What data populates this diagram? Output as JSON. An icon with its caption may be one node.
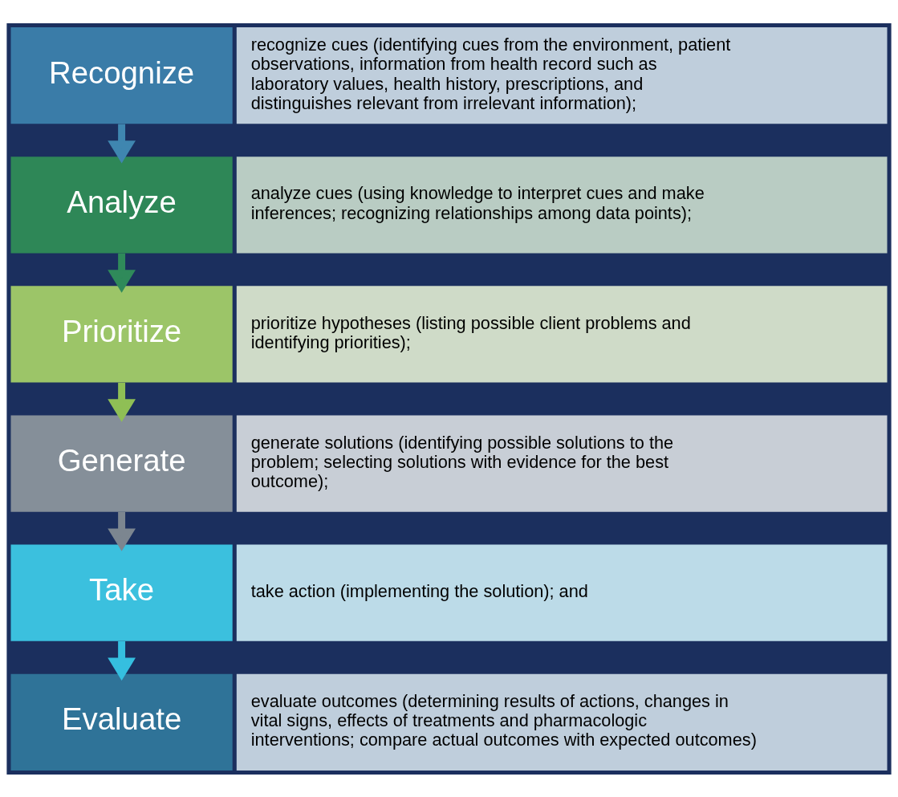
{
  "diagram": {
    "nodes": [
      {
        "text": [
          "Recognize"
        ]
      },
      {
        "text": [
          "recognize cues (identifying cues from the environment, patient observations, information from health record such as laboratory values, health history, prescriptions, and distinguishes relevant from irrelevant information);"
        ]
      },
      {
        "text": [
          "Analyze"
        ]
      },
      {
        "text": [
          "analyze cues (using knowledge to interpret cues and make inferences; recognizing relationships among data points);"
        ]
      },
      {
        "text": [
          "Prioritize"
        ]
      },
      {
        "text": [
          "prioritize hypotheses (listing possible client problems and identifying priorities);"
        ]
      },
      {
        "text": [
          "Generate"
        ]
      },
      {
        "text": [
          "generate solutions (identifying possible solutions to the problem; selecting solutions with evidence for the best outcome);"
        ]
      },
      {
        "text": [
          "Take"
        ]
      },
      {
        "text": [
          "take action (implementing the solution); and"
        ]
      },
      {
        "text": [
          "Evaluate"
        ]
      },
      {
        "text": [
          "evaluate outcomes (determining results of actions, changes in vital signs, effects of treatments and pharmacologic interventions; compare actual outcomes with expected outcomes)"
        ]
      }
    ],
    "edges": [
      {
        "from": 0,
        "to": 2,
        "arrow": "to",
        "color": "#3f86b0"
      },
      {
        "from": 2,
        "to": 4,
        "arrow": "to",
        "color": "#2f8a5a"
      },
      {
        "from": 4,
        "to": 6,
        "arrow": "to",
        "color": "#8fbf55"
      },
      {
        "from": 6,
        "to": 8,
        "arrow": "to",
        "color": "#7c8690"
      },
      {
        "from": 8,
        "to": 10,
        "arrow": "to",
        "color": "#35bfe0"
      }
    ]
  }
}
